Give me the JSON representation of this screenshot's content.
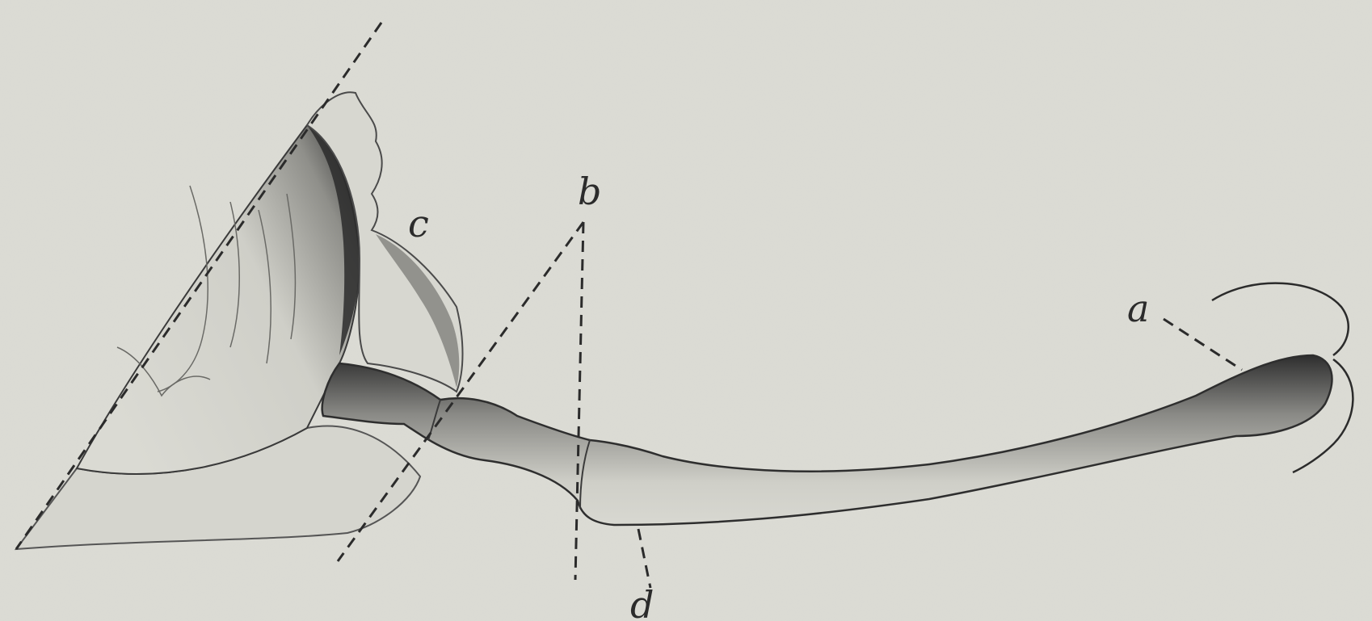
{
  "figure": {
    "labels": {
      "a": "a",
      "b": "b",
      "c": "c",
      "d": "d"
    }
  },
  "colors": {
    "paper": "#dcdcd5",
    "ink": "#2b2b2b",
    "tissue_light": "#d8d8d1",
    "tissue_shadow": "#3a3a3a"
  }
}
